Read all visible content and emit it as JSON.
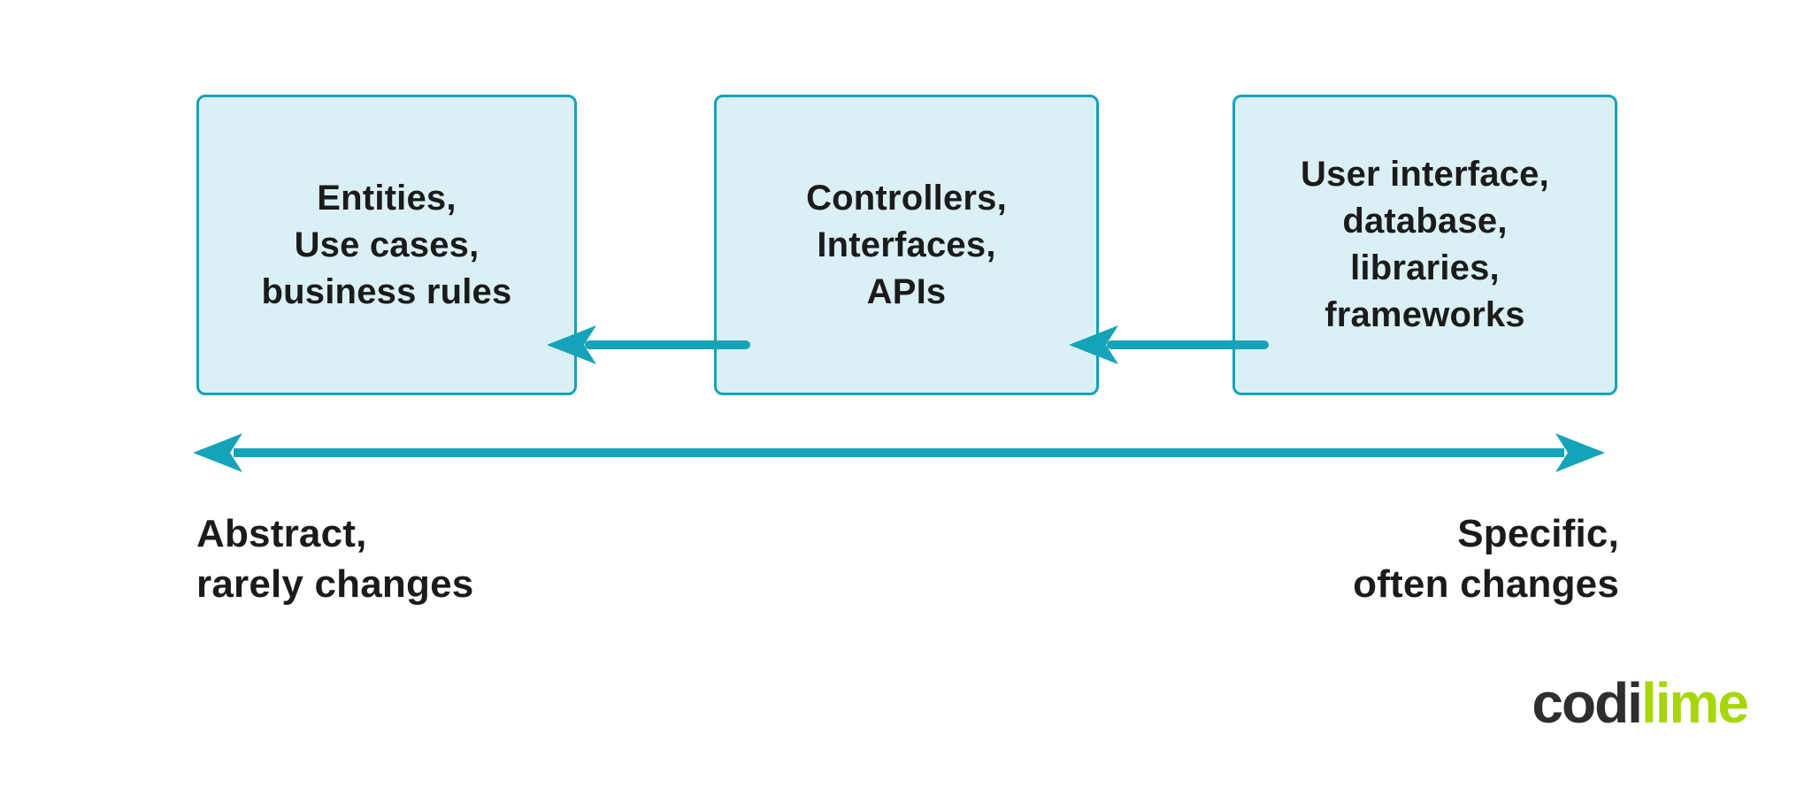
{
  "diagram": {
    "boxes": [
      {
        "id": "entities",
        "label": "Entities,\nUse cases,\nbusiness rules"
      },
      {
        "id": "controllers",
        "label": "Controllers,\nInterfaces,\nAPIs"
      },
      {
        "id": "ui",
        "label": "User interface,\ndatabase,\nlibraries,\nframeworks"
      }
    ],
    "dependency_arrows": [
      {
        "from": "Controllers, Interfaces, APIs",
        "to": "Entities, Use cases, business rules",
        "direction": "left"
      },
      {
        "from": "User interface, database, libraries, frameworks",
        "to": "Controllers, Interfaces, APIs",
        "direction": "left"
      }
    ],
    "spectrum": {
      "left_label": "Abstract,\nrarely changes",
      "right_label": "Specific,\noften changes",
      "style": "double-headed-arrow"
    }
  },
  "branding": {
    "logo_dark": "codi",
    "logo_lime": "lime"
  },
  "colors": {
    "teal": "#15a3b9",
    "box_fill": "#daf0f4",
    "text": "#1b1b1b",
    "logo_dark": "#2e2e2e",
    "logo_lime": "#a6d70c"
  }
}
